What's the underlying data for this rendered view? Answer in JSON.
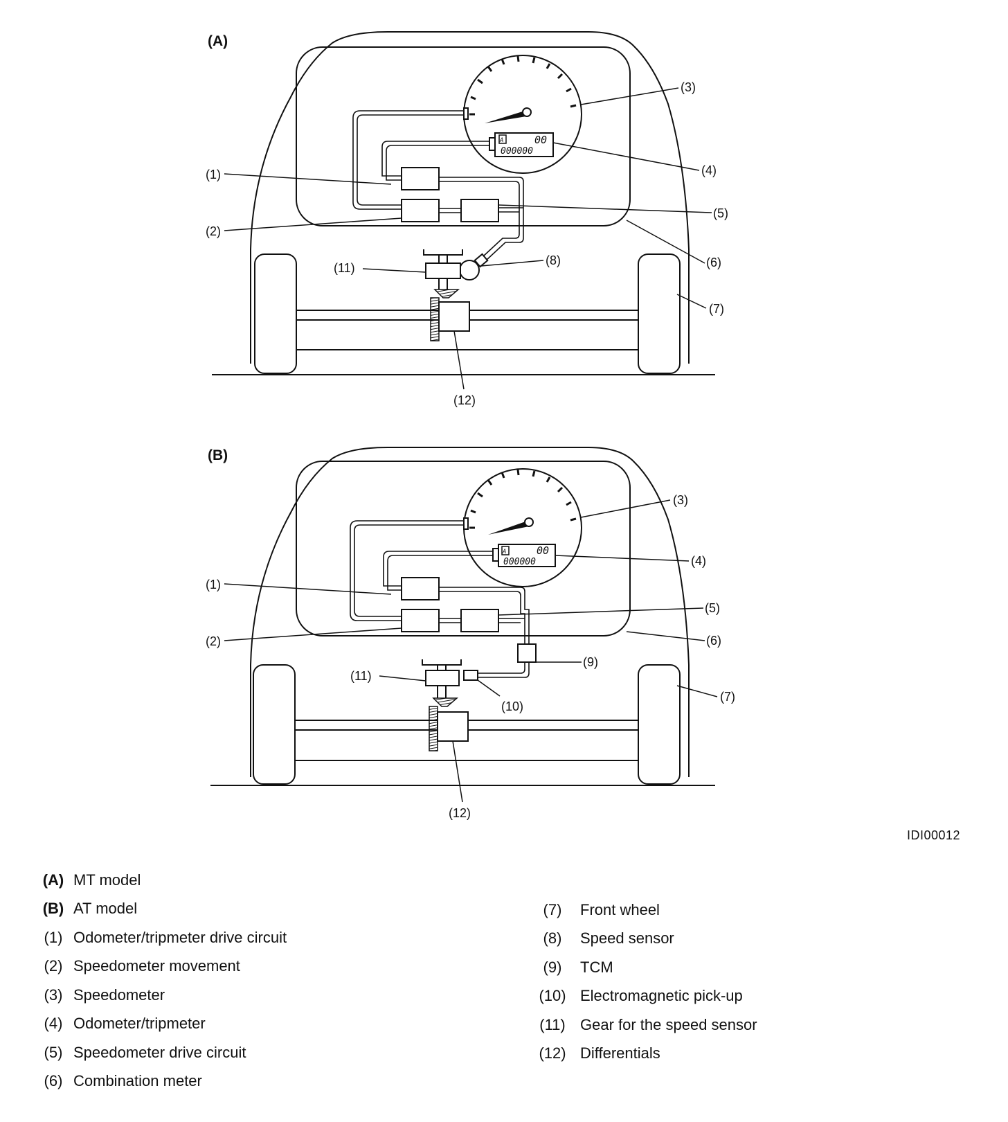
{
  "panels": {
    "a": {
      "label": "(A)"
    },
    "b": {
      "label": "(B)"
    }
  },
  "meter": {
    "odo_top": "00",
    "odo_bottom": "000000",
    "odo_icon": "A"
  },
  "callouts": {
    "c1": "(1)",
    "c2": "(2)",
    "c3": "(3)",
    "c4": "(4)",
    "c5": "(5)",
    "c6": "(6)",
    "c7": "(7)",
    "c8": "(8)",
    "c9": "(9)",
    "c10": "(10)",
    "c11": "(11)",
    "c12": "(12)"
  },
  "figure_id": "IDI00012",
  "legend": {
    "left": [
      {
        "key": "(A)",
        "text": "MT model",
        "bold": true
      },
      {
        "key": "(B)",
        "text": "AT model",
        "bold": true
      },
      {
        "key": "(1)",
        "text": "Odometer/tripmeter drive circuit"
      },
      {
        "key": "(2)",
        "text": "Speedometer movement"
      },
      {
        "key": "(3)",
        "text": "Speedometer"
      },
      {
        "key": "(4)",
        "text": "Odometer/tripmeter"
      },
      {
        "key": "(5)",
        "text": "Speedometer drive circuit"
      },
      {
        "key": "(6)",
        "text": "Combination meter"
      }
    ],
    "right": [
      {
        "key": "(7)",
        "text": "Front wheel"
      },
      {
        "key": "(8)",
        "text": "Speed sensor"
      },
      {
        "key": "(9)",
        "text": "TCM"
      },
      {
        "key": "(10)",
        "text": "Electromagnetic pick-up"
      },
      {
        "key": "(11)",
        "text": "Gear for the speed sensor"
      },
      {
        "key": "(12)",
        "text": "Differentials"
      }
    ]
  }
}
